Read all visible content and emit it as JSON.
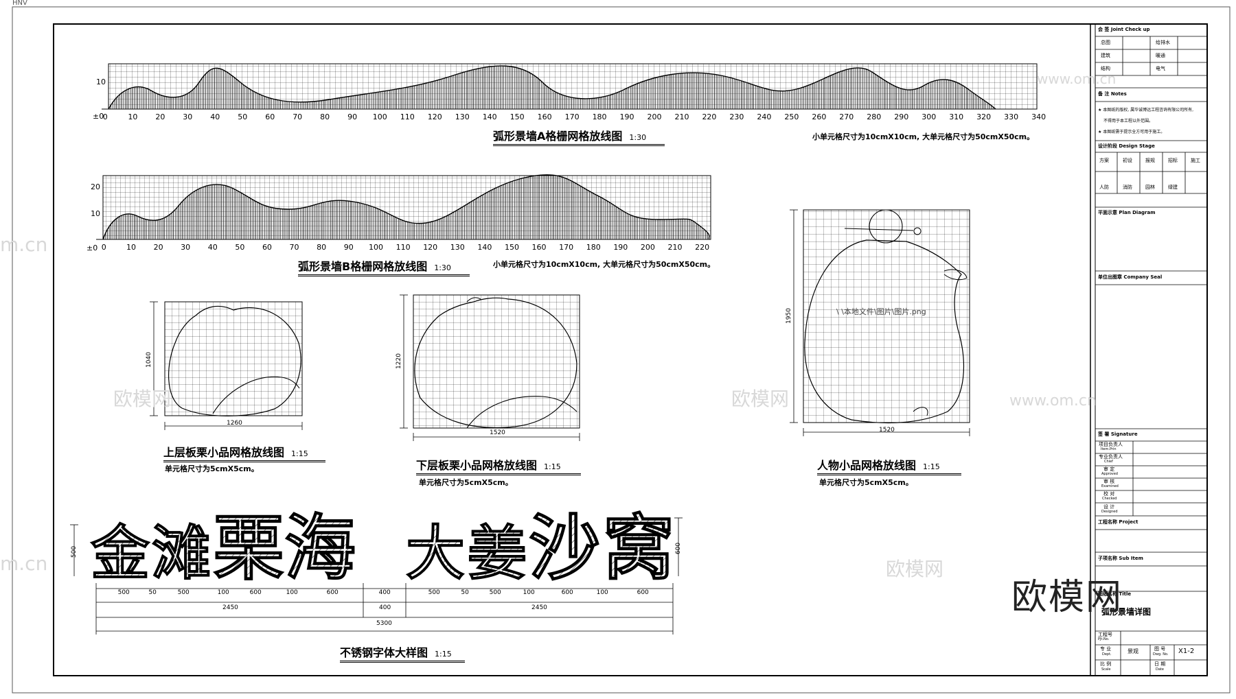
{
  "corner_label": "HNV",
  "watermarks": [
    "m.cn",
    "欧模网",
    "www.om.cn"
  ],
  "brand_logo": "欧模网",
  "wall_a": {
    "title": "弧形景墙A格栅网格放线图",
    "scale": "1:30",
    "note": "小单元格尺寸为10cmX10cm, 大单元格尺寸为50cmX50cm。",
    "y_ticks": [
      "10",
      "±0"
    ],
    "x_ticks": [
      "0",
      "10",
      "20",
      "30",
      "40",
      "50",
      "60",
      "70",
      "80",
      "90",
      "100",
      "110",
      "120",
      "130",
      "140",
      "150",
      "160",
      "170",
      "180",
      "190",
      "200",
      "210",
      "220",
      "230",
      "240",
      "250",
      "260",
      "270",
      "280",
      "290",
      "300",
      "310",
      "320",
      "330",
      "340"
    ]
  },
  "wall_b": {
    "title": "弧形景墙B格栅网格放线图",
    "scale": "1:30",
    "note": "小单元格尺寸为10cmX10cm, 大单元格尺寸为50cmX50cm。",
    "y_ticks": [
      "20",
      "10",
      "±0"
    ],
    "x_ticks": [
      "0",
      "10",
      "20",
      "30",
      "40",
      "50",
      "60",
      "70",
      "80",
      "90",
      "100",
      "110",
      "120",
      "130",
      "140",
      "150",
      "160",
      "170",
      "180",
      "190",
      "200",
      "210",
      "220"
    ]
  },
  "upper_chestnut": {
    "title": "上层板栗小品网格放线图",
    "scale": "1:15",
    "note": "单元格尺寸为5cmX5cm。",
    "width_dim": "1260",
    "height_dim": "1040"
  },
  "lower_chestnut": {
    "title": "下层板栗小品网格放线图",
    "scale": "1:15",
    "note": "单元格尺寸为5cmX5cm。",
    "width_dim": "1520",
    "height_dim": "1220"
  },
  "figure_piece": {
    "title": "人物小品网格放线图",
    "scale": "1:15",
    "note": "单元格尺寸为5cmX5cm。",
    "width_dim": "1520",
    "height_dim": "1950",
    "image_ref": "\\ \\本地文件\\图片\\图片.png"
  },
  "lettering": {
    "title": "不锈钢字体大样图",
    "scale": "1:15",
    "chars_left": [
      "金",
      "滩",
      "栗",
      "海"
    ],
    "chars_right": [
      "大",
      "姜",
      "沙",
      "窝"
    ],
    "height_left": "500",
    "height_right": "600",
    "dim_row1": [
      "500",
      "50",
      "500",
      "100",
      "600",
      "100",
      "600",
      "400",
      "500",
      "50",
      "500",
      "100",
      "600",
      "100",
      "600"
    ],
    "dim_row2": [
      "2450",
      "400",
      "2450"
    ],
    "dim_total": "5300"
  },
  "title_block": {
    "joint_check": "会 签 Joint Check up",
    "joint_rows": [
      [
        "总图",
        "",
        "给排水",
        ""
      ],
      [
        "建筑",
        "",
        "暖通",
        ""
      ],
      [
        "结构",
        "",
        "电气",
        ""
      ]
    ],
    "notes_head": "备 注 Notes",
    "notes": [
      "★ 本图纸的版权, 属华诚博远工程咨询有限公司所有,",
      "不得用于本工程以外范围。",
      "★ 本图纸需于提示全方可用于施工。"
    ],
    "stage_head": "设计阶段 Design Stage",
    "stage_row1": [
      "方案",
      "初设",
      "报规",
      "招标",
      "施工"
    ],
    "stage_row2": [
      "人防",
      "消防",
      "园林",
      "绿建",
      ""
    ],
    "plan_head": "平面示意 Plan Diagram",
    "seal_head": "单位出图章 Company Seal",
    "sig_head": "签 署 Signature",
    "sig_rows": [
      [
        "项目负责人",
        "Item.Prin"
      ],
      [
        "专业负责人",
        "Chief"
      ],
      [
        "审 定",
        "Approved"
      ],
      [
        "审 核",
        "Examined"
      ],
      [
        "校 对",
        "Checked"
      ],
      [
        "设 计",
        "Designed"
      ]
    ],
    "project_head": "工程名称 Project",
    "subitem_head": "子项名称 Sub Item",
    "drawing_head": "图纸名称 Title",
    "drawing_name": "弧形景墙详图",
    "proj_no": "工程号",
    "proj_no_en": "PJt.No.",
    "dept": "专 业",
    "dept_en": "Dept.",
    "dept_val": "景观",
    "dwg_no": "图 号",
    "dwg_no_en": "Dwg. No.",
    "dwg_no_val": "X1-2",
    "scale_l": "比 例",
    "scale_en": "Scale",
    "date_l": "日 期",
    "date_en": "Date"
  }
}
